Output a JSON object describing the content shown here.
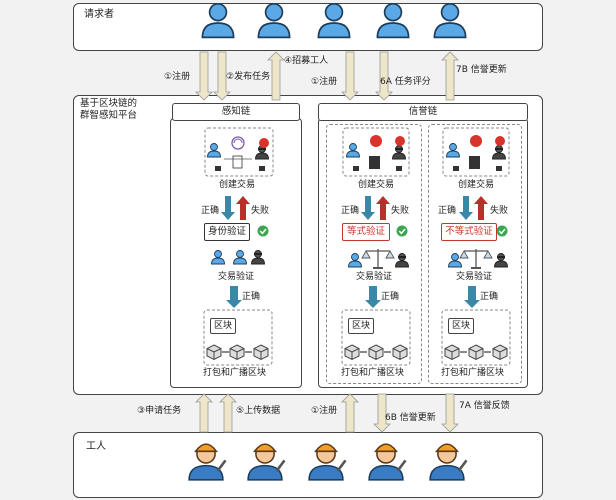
{
  "panels": {
    "requesters": "请求者",
    "platform": "基于区块链的\n群智感知平台",
    "workers": "工人"
  },
  "chains": {
    "sensing": "感知链",
    "reputation": "信誉链"
  },
  "top_arrows": {
    "register1": "①注册",
    "publish": "②发布任务",
    "recruit": "④招募工人",
    "register2": "①注册",
    "rate": "6A 任务评分",
    "rep_update": "7B 信誉更新"
  },
  "bottom_arrows": {
    "apply": "③申请任务",
    "upload": "⑤上传数据",
    "register": "①注册",
    "rep_update": "6B 信誉更新",
    "rep_feedback": "7A 信誉反馈"
  },
  "flow": {
    "create_tx": "创建交易",
    "correct": "正确",
    "fail": "失败",
    "identity_verify": "身份验证",
    "equal_verify": "等式验证",
    "unequal_verify": "不等式验证",
    "tx_verify": "交易验证",
    "block": "区块",
    "pack_broadcast": "打包和广播区块"
  },
  "colors": {
    "arrow_fill": "#eee6c8",
    "down_arrow": "#3b87a8",
    "up_arrow": "#b8302a",
    "person": "#5aa9e6",
    "worker_helmet": "#f0a020"
  }
}
